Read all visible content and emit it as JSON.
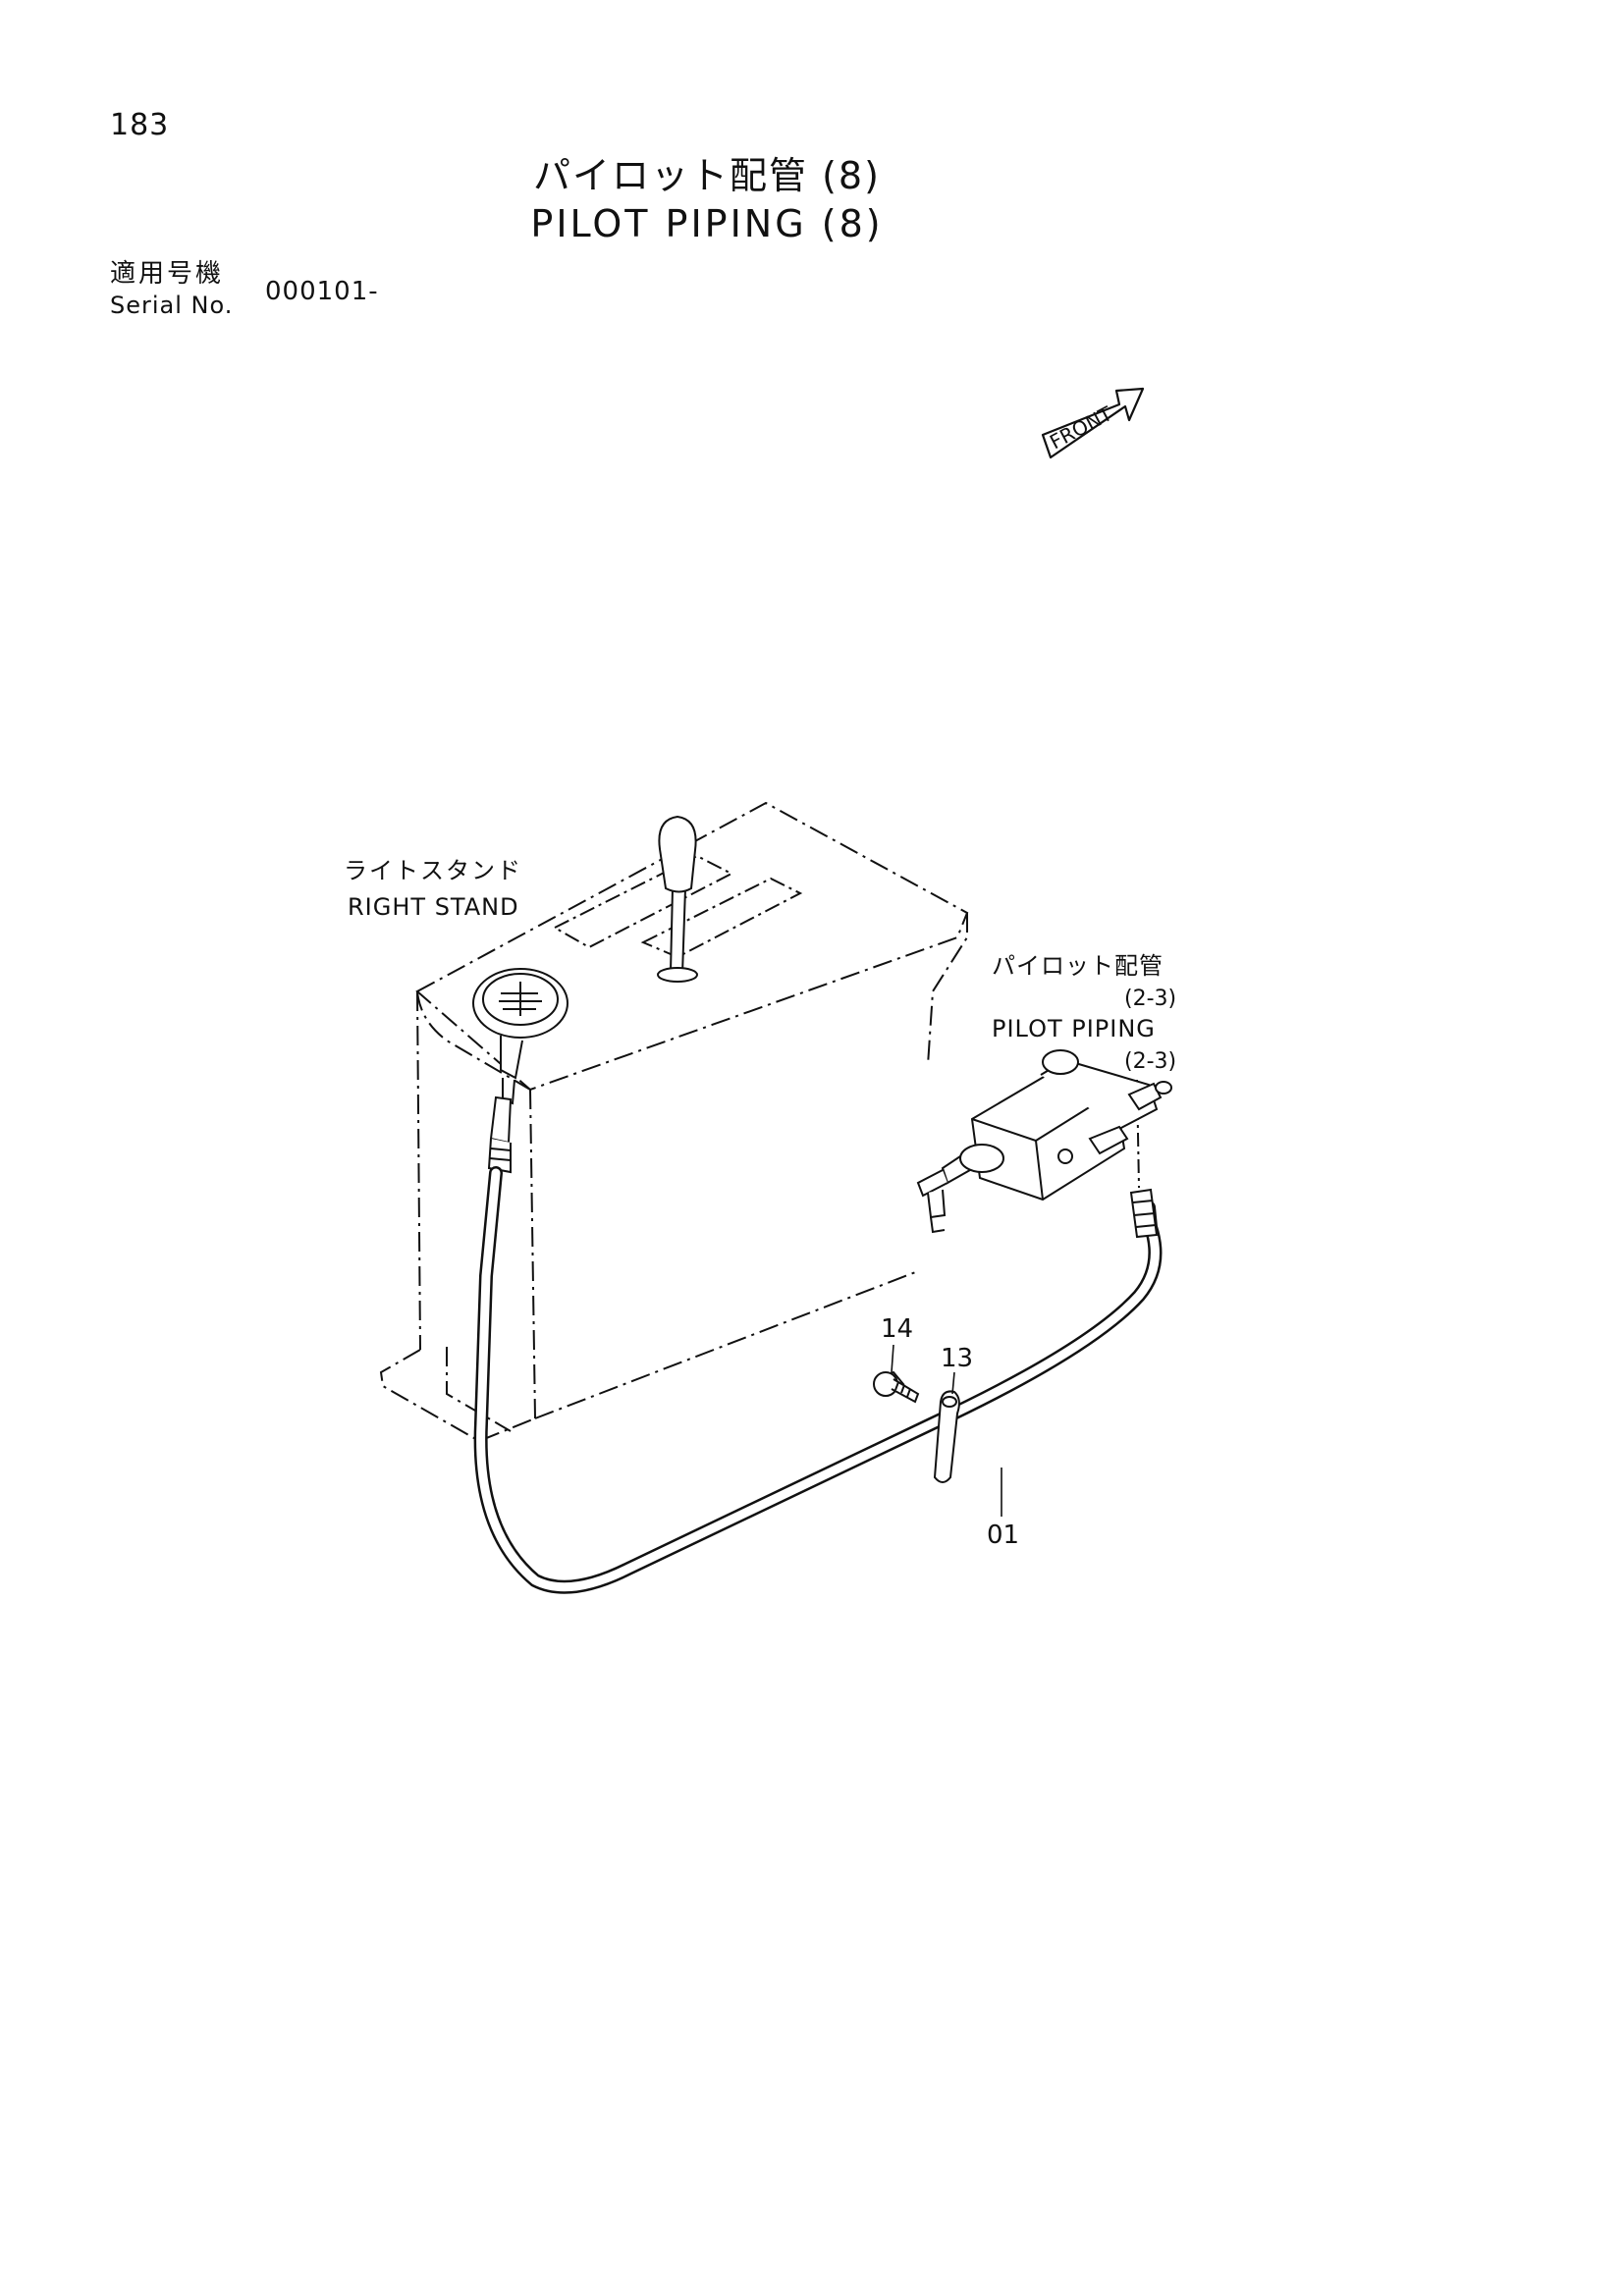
{
  "page_number": "183",
  "title_jp": "パイロット配管 (8)",
  "title_en": "PILOT PIPING (8)",
  "serial_label_jp": "適用号機",
  "serial_label_en": "Serial No.",
  "serial_value": "000101-",
  "front_label": "FRONT",
  "callouts": {
    "right_stand_jp": "ライトスタンド",
    "right_stand_en": "RIGHT STAND",
    "pilot_piping_jp": "パイロット配管",
    "pilot_piping_ref_1": "(2-3)",
    "pilot_piping_en": "PILOT PIPING",
    "pilot_piping_ref_2": "(2-3)"
  },
  "parts": {
    "p14": "14",
    "p13": "13",
    "p01": "01"
  }
}
